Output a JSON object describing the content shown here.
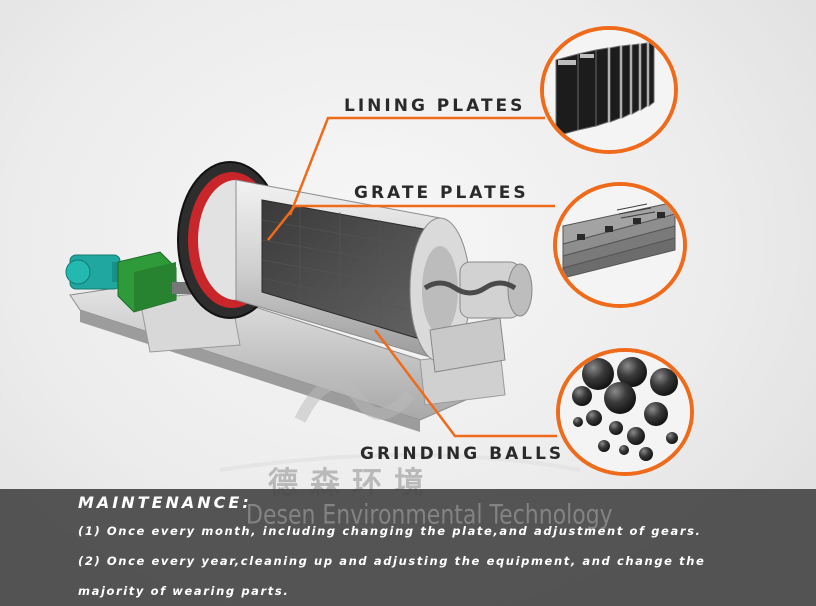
{
  "callouts": {
    "lining_plates": "LINING PLATES",
    "grate_plates": "GRATE PLATES",
    "grinding_balls": "GRINDING BALLS"
  },
  "watermark": {
    "chinese": "德森环境",
    "english": "Desen Environmental Technology"
  },
  "maintenance": {
    "title": "MAINTENANCE:",
    "line1": "(1) Once every month, including changing the plate,and adjustment of gears.",
    "line2": "(2) Once every year,cleaning up and adjusting the equipment, and change the",
    "line3": "majority of wearing parts."
  },
  "colors": {
    "accent_orange": "#ef6a1a",
    "panel_bg": "#484848",
    "motor_teal": "#1fa7a0",
    "gearbox_green": "#2f9a3a",
    "flange_red": "#c8262a"
  }
}
